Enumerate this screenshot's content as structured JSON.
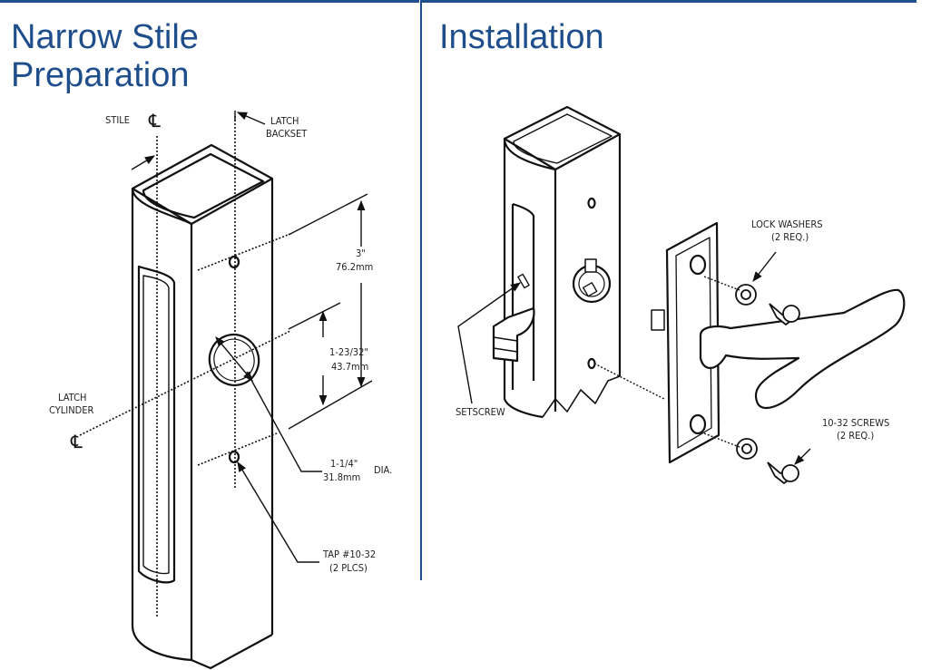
{
  "left_panel": {
    "title_line1": "Narrow Stile",
    "title_line2": "Preparation",
    "labels": {
      "stile": "STILE",
      "latch_backset_1": "LATCH",
      "latch_backset_2": "BACKSET",
      "dim_3in": "3\"",
      "dim_76mm": "76.2mm",
      "dim_1_23_32": "1-23/32\"",
      "dim_43mm": "43.7mm",
      "latch_cylinder_1": "LATCH",
      "latch_cylinder_2": "CYLINDER",
      "dia_1_1_4": "1-1/4\"",
      "dia_31mm": "31.8mm",
      "dia_suffix": "DIA.",
      "tap_1": "TAP #10-32",
      "tap_2": "(2 PLCS)",
      "centerline_symbol": "℄"
    }
  },
  "right_panel": {
    "title": "Installation",
    "labels": {
      "lock_washers_1": "LOCK WASHERS",
      "lock_washers_2": "(2 REQ.)",
      "setscrew": "SETSCREW",
      "screws_1": "10-32 SCREWS",
      "screws_2": "(2 REQ.)"
    }
  },
  "colors": {
    "accent": "#1f4e8c",
    "line": "#111111"
  }
}
